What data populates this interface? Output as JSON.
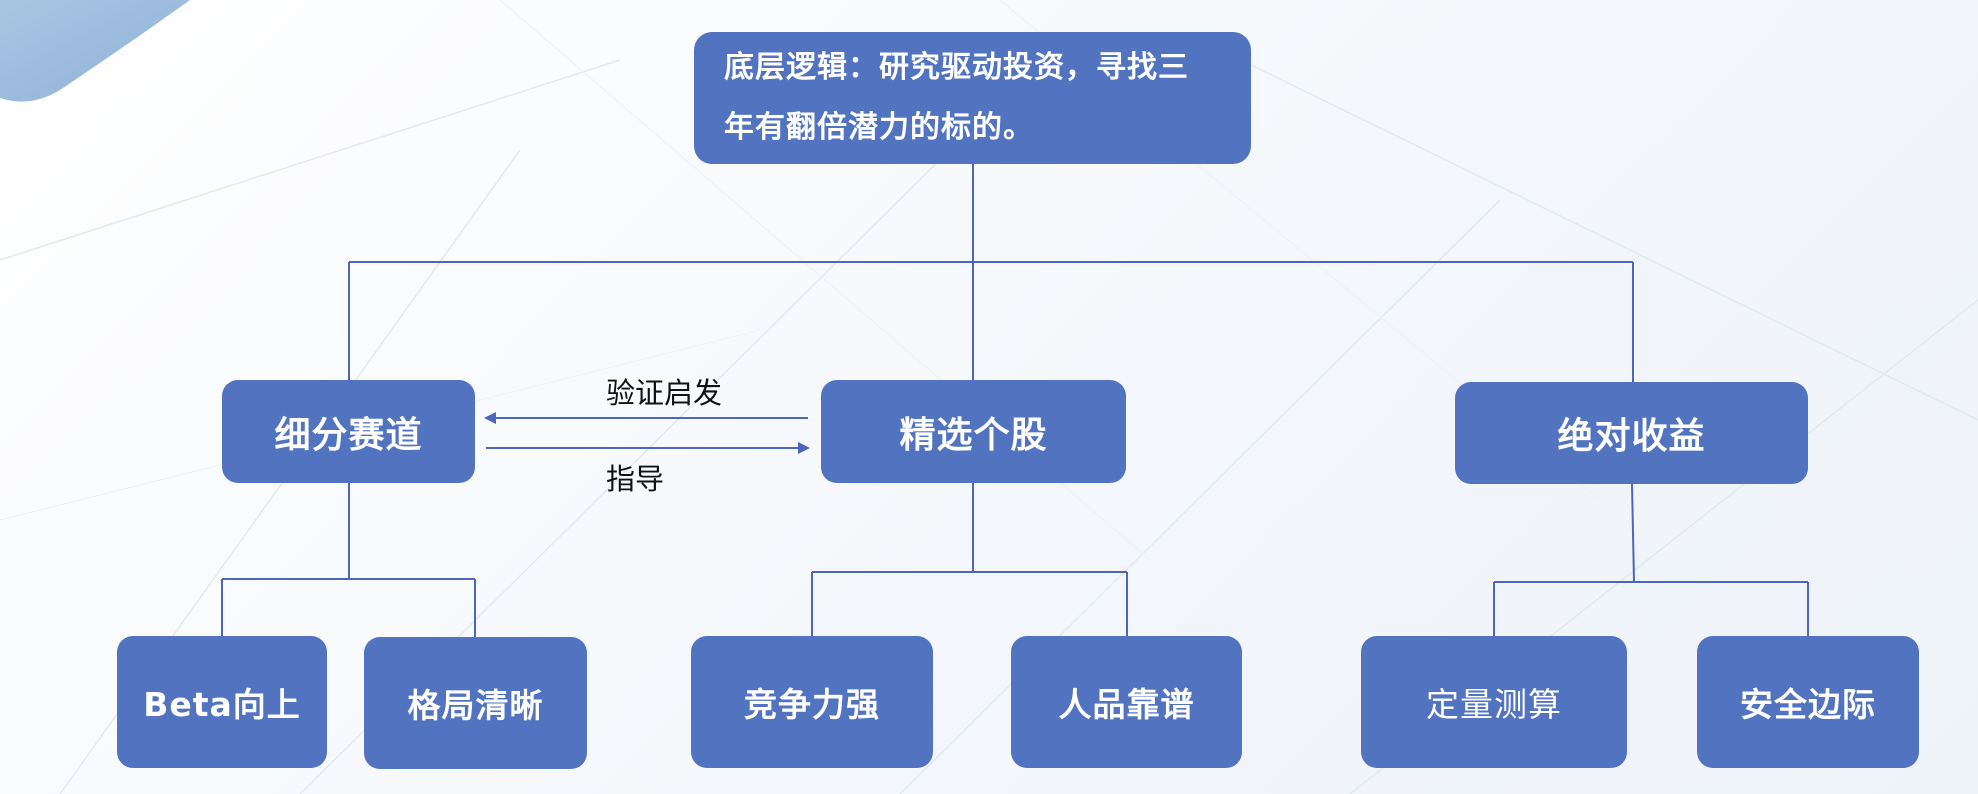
{
  "root": {
    "text": "底层逻辑：研究驱动投资，寻找三年有翻倍潜力的标的。"
  },
  "pillars": [
    {
      "label": "细分赛道",
      "children": [
        "Beta向上",
        "格局清晰"
      ]
    },
    {
      "label": "精选个股",
      "children": [
        "竞争力强",
        "人品靠谱"
      ]
    },
    {
      "label": "绝对收益",
      "children": [
        "定量测算",
        "安全边际"
      ]
    }
  ],
  "relations": {
    "to_left_label": "验证启发",
    "to_right_label": "指导"
  },
  "colors": {
    "node_fill": "#5173c0",
    "connector": "#4a67bd",
    "text_on_node": "#ffffff"
  }
}
